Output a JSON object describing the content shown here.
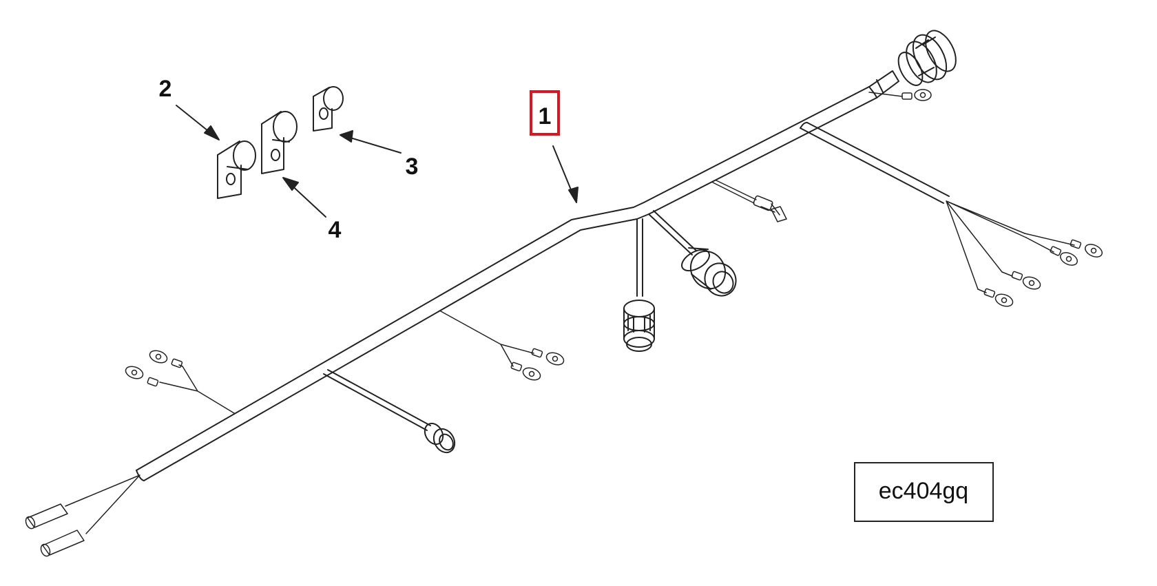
{
  "callouts": {
    "c1": "1",
    "c2": "2",
    "c3": "3",
    "c4": "4"
  },
  "highlight_color": "#e0141e",
  "reference_code": "ec404gq"
}
